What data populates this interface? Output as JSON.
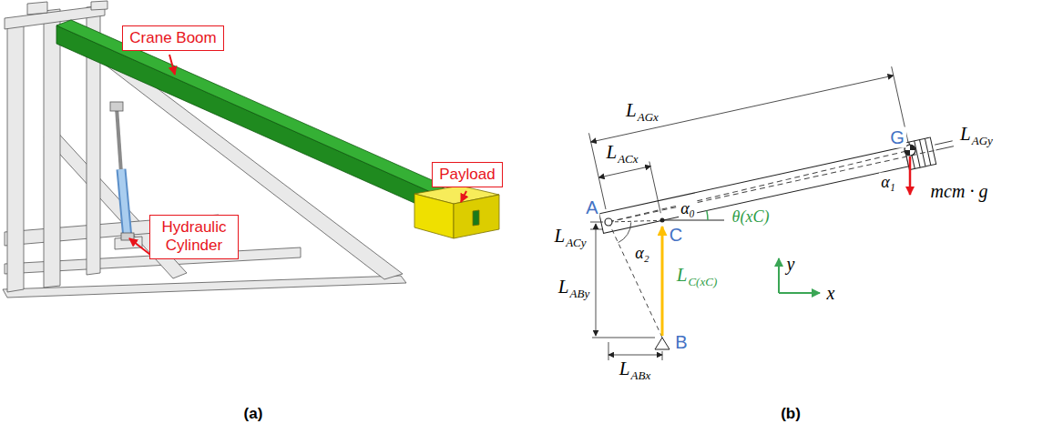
{
  "diagram": {
    "nodes": [
      {
        "text": [
          "Crane Boom"
        ]
      },
      {
        "text": [
          "Payload"
        ]
      },
      {
        "text": [
          "Hydraulic Cylinder"
        ]
      }
    ],
    "labels": [
      "(a)",
      "(b)",
      "LAGx",
      "G",
      "LAGy",
      "LACx",
      "α₀",
      "θ(xC)",
      "α₁",
      "mcm · g",
      "A",
      "C",
      "LACy",
      "α₂",
      "LABy",
      "LC(xC)",
      "B",
      "LABx",
      "y",
      "x"
    ]
  }
}
